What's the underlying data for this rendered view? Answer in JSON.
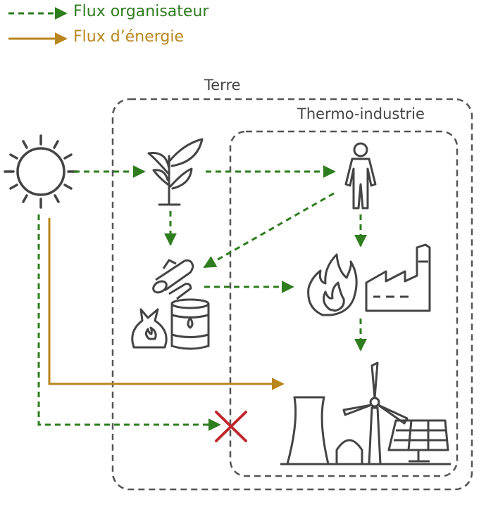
{
  "legend": {
    "organizing_flow": "Flux organisateur",
    "energy_flow": "Flux d’énergie"
  },
  "regions": {
    "earth": "Terre",
    "thermo_industry": "Thermo-industrie"
  },
  "icons": [
    "sun-icon",
    "plant-icon",
    "human-icon",
    "wood-logs-icon",
    "fuel-bag-icon",
    "oil-barrel-icon",
    "fire-icon",
    "factory-icon",
    "cooling-tower-icon",
    "reactor-dome-icon",
    "wind-turbine-icon",
    "solar-panel-icon",
    "blocked-cross-icon"
  ],
  "colors": {
    "organizing": "#2e7d1e",
    "energy": "#b8861c",
    "blocked": "#c0282d",
    "outline": "#444444"
  }
}
